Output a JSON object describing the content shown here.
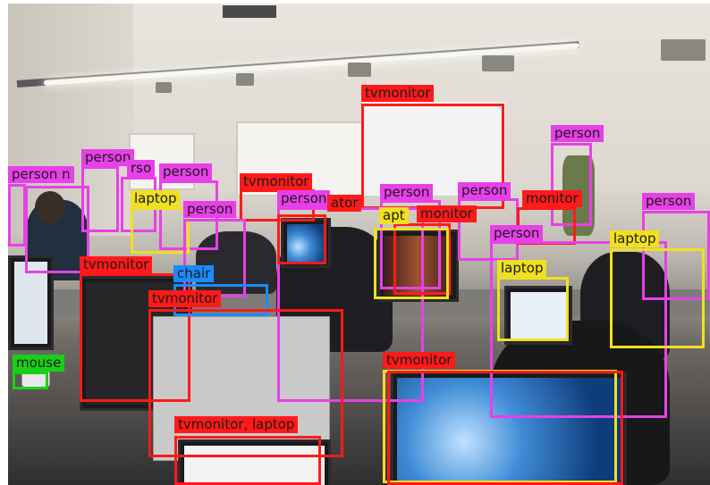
{
  "detections": [
    {
      "label": "tvmonitor",
      "color": "#ff1a1a"
    },
    {
      "label": "person",
      "color": "#e840e8"
    },
    {
      "label": "person n",
      "color": "#e840e8"
    },
    {
      "label": "person",
      "color": "#e840e8"
    },
    {
      "label": "rso",
      "color": "#e840e8"
    },
    {
      "label": "person",
      "color": "#e840e8"
    },
    {
      "label": "laptop",
      "color": "#f0e020"
    },
    {
      "label": "tvmonitor",
      "color": "#ff1a1a"
    },
    {
      "label": "person",
      "color": "#e840e8"
    },
    {
      "label": "person",
      "color": "#e840e8"
    },
    {
      "label": "ator",
      "color": "#ff1a1a"
    },
    {
      "label": "person",
      "color": "#e840e8"
    },
    {
      "label": "person",
      "color": "#e840e8"
    },
    {
      "label": "monitor",
      "color": "#ff1a1a"
    },
    {
      "label": "monitor",
      "color": "#ff1a1a"
    },
    {
      "label": "person",
      "color": "#e840e8"
    },
    {
      "label": "apt",
      "color": "#f0e020"
    },
    {
      "label": "person",
      "color": "#e840e8"
    },
    {
      "label": "laptop",
      "color": "#f0e020"
    },
    {
      "label": "laptop",
      "color": "#f0e020"
    },
    {
      "label": "tvmonitor",
      "color": "#ff1a1a"
    },
    {
      "label": "chair",
      "color": "#1a8cff"
    },
    {
      "label": "tvmonitor",
      "color": "#ff1a1a"
    },
    {
      "label": "mouse",
      "color": "#19d019"
    },
    {
      "label": "tvmonitor",
      "color": "#ff1a1a"
    },
    {
      "label": "tvmonitor, laptop",
      "color": "#ff1a1a"
    }
  ]
}
